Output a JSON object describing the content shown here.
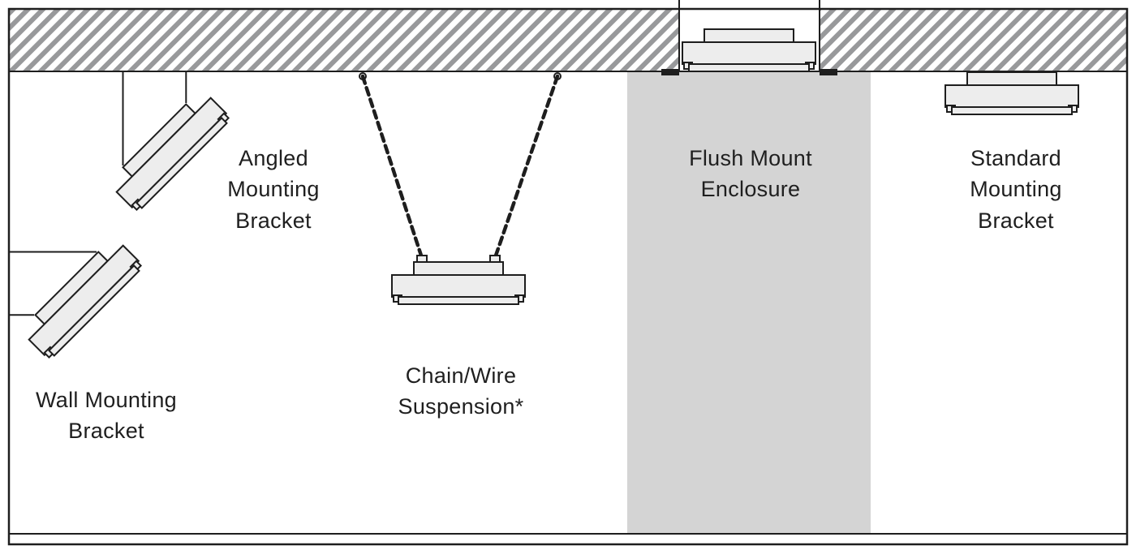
{
  "diagram": {
    "labels": {
      "wall": "Wall Mounting\nBracket",
      "angled": "Angled\nMounting\nBracket",
      "chain": "Chain/Wire\nSuspension*",
      "flush": "Flush Mount\nEnclosure",
      "standard": "Standard\nMounting\nBracket"
    },
    "colors": {
      "background": "#ffffff",
      "outline": "#1e1e1e",
      "hatch": "#98999b",
      "fixture_fill": "#ededed",
      "flush_panel": "#d4d4d4",
      "text": "#1f1f1f"
    }
  }
}
